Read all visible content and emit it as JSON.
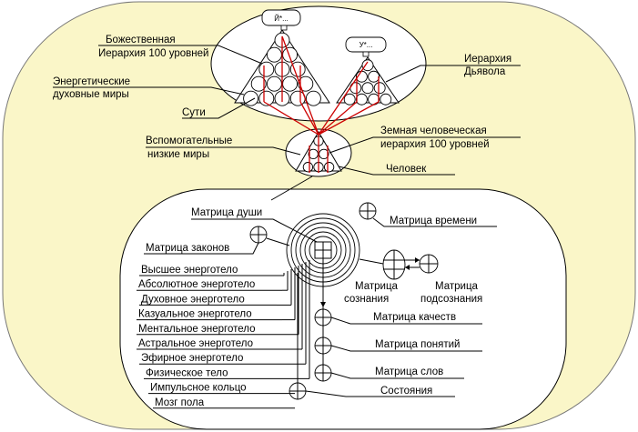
{
  "pyramid": {
    "divine_hierarchy": "Божественная Иерархия 100 уровней",
    "divine_line1": "Божественная",
    "divine_line2": "Иерархия 100 уровней",
    "energy_worlds_line1": "Энергетические",
    "energy_worlds_line2": "духовные миры",
    "essences": "Сути",
    "devil_line1": "Иерархия",
    "devil_line2": "Дьявола",
    "top_divine": "Й*...",
    "top_devil": "У*...",
    "aux_line1": "Вспомогательные",
    "aux_line2": "низкие миры",
    "earth_line1": "Земная человеческая",
    "earth_line2": "иерархия 100 уровней",
    "human": "Человек"
  },
  "matrices": {
    "soul": "Матрица души",
    "time": "Матрица времени",
    "laws": "Матрица законов",
    "consciousness_line1": "Матрица",
    "consciousness_line2": "сознания",
    "subconscious_line1": "Матрица",
    "subconscious_line2": "подсознания",
    "qualities": "Матрица качеств",
    "concepts": "Матрица понятий",
    "words": "Матрица слов",
    "states": "Состояния"
  },
  "bodies": [
    "Высшее энерготело",
    "Абсолютное энерготело",
    "Духовное энерготело",
    "Казуальное энерготело",
    "Ментальное энерготело",
    "Астральное энерготело",
    "Эфирное энерготело",
    "Физическое тело",
    "Импульсное кольцо",
    "Мозг пола"
  ],
  "colors": {
    "background_fill": "#faf6c8",
    "arrow": "#cc0000"
  }
}
